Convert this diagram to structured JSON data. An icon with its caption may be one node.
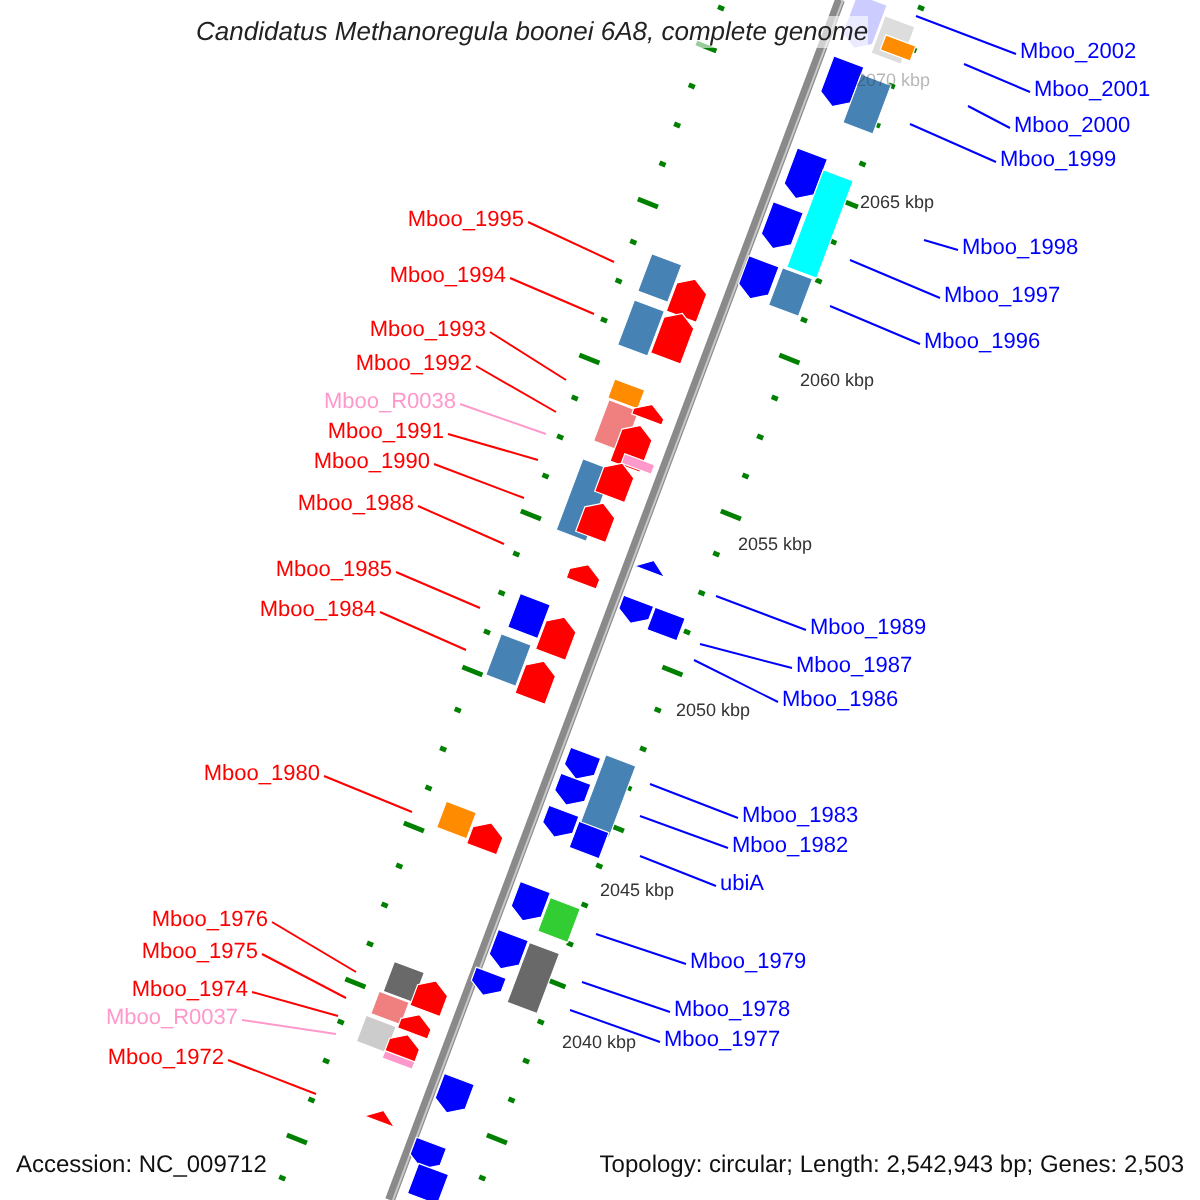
{
  "diagram": {
    "title": "Candidatus Methanoregula boonei 6A8, complete genome",
    "nodes": [
      {
        "text": [
          "Mboo_2002"
        ]
      },
      {
        "text": [
          "Mboo_2001"
        ]
      },
      {
        "text": [
          "Mboo_2000"
        ]
      },
      {
        "text": [
          "Mboo_1999"
        ]
      },
      {
        "text": [
          "Mboo_1995"
        ]
      },
      {
        "text": [
          "Mboo_1998"
        ]
      },
      {
        "text": [
          "Mboo_1994"
        ]
      },
      {
        "text": [
          "Mboo_1997"
        ]
      },
      {
        "text": [
          "Mboo_1993"
        ]
      },
      {
        "text": [
          "Mboo_1996"
        ]
      },
      {
        "text": [
          "Mboo_1992"
        ]
      },
      {
        "text": [
          "Mboo_R0038"
        ]
      },
      {
        "text": [
          "Mboo_1991"
        ]
      },
      {
        "text": [
          "Mboo_1990"
        ]
      },
      {
        "text": [
          "Mboo_1988"
        ]
      },
      {
        "text": [
          "Mboo_1985"
        ]
      },
      {
        "text": [
          "Mboo_1984"
        ]
      },
      {
        "text": [
          "Mboo_1989"
        ]
      },
      {
        "text": [
          "Mboo_1987"
        ]
      },
      {
        "text": [
          "Mboo_1986"
        ]
      },
      {
        "text": [
          "Mboo_1980"
        ]
      },
      {
        "text": [
          "Mboo_1983"
        ]
      },
      {
        "text": [
          "Mboo_1982"
        ]
      },
      {
        "text": [
          "ubiA"
        ]
      },
      {
        "text": [
          "Mboo_1976"
        ]
      },
      {
        "text": [
          "Mboo_1975"
        ]
      },
      {
        "text": [
          "Mboo_1979"
        ]
      },
      {
        "text": [
          "Mboo_1974"
        ]
      },
      {
        "text": [
          "Mboo_1978"
        ]
      },
      {
        "text": [
          "Mboo_R0037"
        ]
      },
      {
        "text": [
          "Mboo_1977"
        ]
      },
      {
        "text": [
          "Mboo_1972"
        ]
      }
    ],
    "edges": [
      {
        "from": 0,
        "to": null,
        "arrow": "none"
      },
      {
        "from": 1,
        "to": null,
        "arrow": "none"
      },
      {
        "from": 2,
        "to": null,
        "arrow": "none"
      },
      {
        "from": 3,
        "to": null,
        "arrow": "none"
      },
      {
        "from": 4,
        "to": null,
        "arrow": "none",
        "color": "#ff0000"
      },
      {
        "from": 5,
        "to": null,
        "arrow": "none"
      },
      {
        "from": 6,
        "to": null,
        "arrow": "none",
        "color": "#ff0000"
      },
      {
        "from": 7,
        "to": null,
        "arrow": "none"
      },
      {
        "from": 8,
        "to": null,
        "arrow": "none",
        "color": "#ff0000"
      },
      {
        "from": 9,
        "to": null,
        "arrow": "none"
      },
      {
        "from": 10,
        "to": null,
        "arrow": "none",
        "color": "#ff0000"
      },
      {
        "from": 11,
        "to": null,
        "arrow": "none",
        "color": "#ff99cc"
      },
      {
        "from": 12,
        "to": null,
        "arrow": "none",
        "color": "#ff0000"
      },
      {
        "from": 13,
        "to": null,
        "arrow": "none",
        "color": "#ff0000"
      },
      {
        "from": 14,
        "to": null,
        "arrow": "none",
        "color": "#ff0000"
      },
      {
        "from": 15,
        "to": null,
        "arrow": "none",
        "color": "#ff0000"
      },
      {
        "from": 16,
        "to": null,
        "arrow": "none",
        "color": "#ff0000"
      },
      {
        "from": 17,
        "to": null,
        "arrow": "none"
      },
      {
        "from": 18,
        "to": null,
        "arrow": "none"
      },
      {
        "from": 19,
        "to": null,
        "arrow": "none"
      },
      {
        "from": 20,
        "to": null,
        "arrow": "none",
        "color": "#ff0000"
      },
      {
        "from": 21,
        "to": null,
        "arrow": "none"
      },
      {
        "from": 22,
        "to": null,
        "arrow": "none"
      },
      {
        "from": 23,
        "to": null,
        "arrow": "none"
      },
      {
        "from": 24,
        "to": null,
        "arrow": "none",
        "color": "#ff0000"
      },
      {
        "from": 25,
        "to": null,
        "arrow": "none",
        "color": "#ff0000"
      },
      {
        "from": 26,
        "to": null,
        "arrow": "none"
      },
      {
        "from": 27,
        "to": null,
        "arrow": "none",
        "color": "#ff0000"
      },
      {
        "from": 28,
        "to": null,
        "arrow": "none"
      },
      {
        "from": 29,
        "to": null,
        "arrow": "none",
        "color": "#ff99cc"
      },
      {
        "from": 30,
        "to": null,
        "arrow": "none"
      },
      {
        "from": 31,
        "to": null,
        "arrow": "none",
        "color": "#ff0000"
      }
    ],
    "labels": [
      "2070 kbp",
      "2065 kbp",
      "2060 kbp",
      "2055 kbp",
      "2050 kbp",
      "2045 kbp",
      "2040 kbp",
      "Accession: NC_009712",
      "Topology: circular; Length: 2,542,943 bp; Genes: 2,503"
    ]
  }
}
